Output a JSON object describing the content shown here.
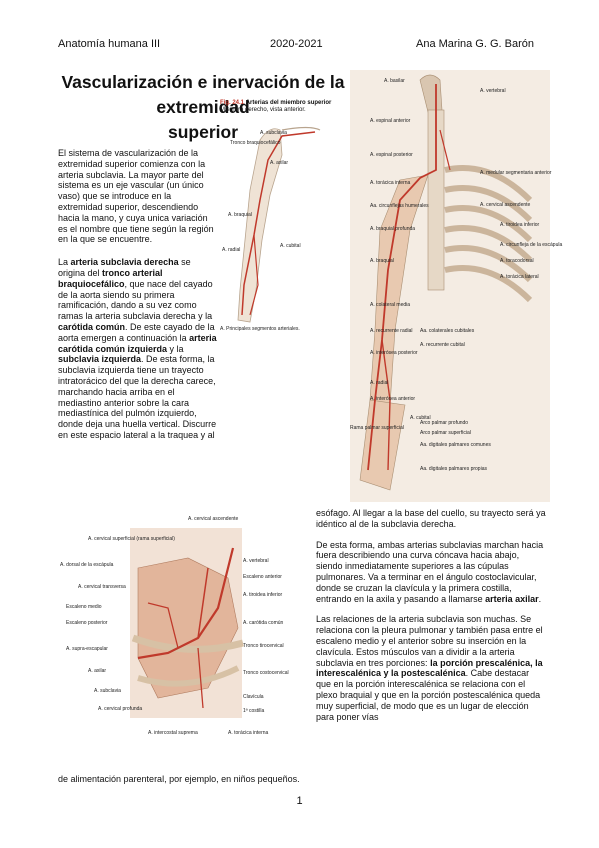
{
  "header": {
    "left": "Anatomía humana III",
    "center": "2020-2021",
    "right": "Ana Marina G. G. Barón"
  },
  "title": {
    "l1": "Vascularización e inervación de la",
    "l2": "extremidad",
    "l3": "superior"
  },
  "intro": "El sistema de vascularización de la extremidad superior comienza con la arteria subclavia. La mayor parte del sistema es un eje vascular (un único vaso) que se introduce en la extremidad superior, descendiendo hacia la mano, y cuya unica variación es el nombre que tiene según la región en la que se encuentre.",
  "p2": {
    "t1": "La ",
    "b1": "arteria subclavia derecha",
    "t2": " se origina del ",
    "b2": "tronco arterial braquiocefálico",
    "t3": ", que nace del cayado de la aorta siendo su primera ramificación, dando a su vez como ramas la arteria subclavia derecha y la ",
    "b3": "carótida común",
    "t4": ". De este cayado de la aorta emergen a continuación la ",
    "b4": "arteria carótida común izquierda",
    "t5": " y la ",
    "b5": "subclavia izquierda",
    "t6": ". De esta forma, la subclavia izquierda tiene un trayecto intratorácico del que la derecha carece, marchando hacia arriba en el mediastino anterior sobre la cara mediastínica del pulmón izquierdo, donde deja una huella vertical. Discurre en este espacio lateral a la traquea y al"
  },
  "p3": "esófago. Al llegar a la base del cuello, su trayecto será ya idéntico al de la subclavia derecha.",
  "p4": {
    "t1": "De esta forma, ambas arterias subclavias marchan hacia fuera describiendo una curva cóncava hacia abajo, siendo inmediatamente superiores a las cúpulas pulmonares. Va a terminar en el ángulo costoclavicular, donde se cruzan la clavícula y la primera costilla, entrando en la axila y pasando a llamarse ",
    "b1": "arteria axilar",
    "t2": "."
  },
  "p5": {
    "t1": "Las relaciones de la arteria subclavia son muchas. Se relaciona con la pleura pulmonar y también pasa entre el escaleno medio y el anterior sobre su inserción en la clavícula. Estos músculos van a dividir a la arteria subclavia en tres porciones: ",
    "b1": "la porción prescalénica, la interescalénica y la postescalénica",
    "t2": ". Cabe destacar que en la porción interescalénica se relaciona con el plexo braquial y que en la porción postescalénica queda muy superficial, de modo que es un lugar de elección para poner vías",
    "tail": "de alimentación parenteral, por ejemplo, en niños pequeños."
  },
  "fig1": {
    "caption": "Fig. 24.1",
    "caption_title": "Arterias del miembro superior",
    "caption_sub": "Miembro derecho, vista anterior.",
    "labels": [
      "A. subclavia",
      "Tronco braquiocefálico",
      "A. axilar",
      "A. braquial",
      "A. cubital",
      "A. radial"
    ],
    "footer": "A. Principales segmentos arteriales."
  },
  "fig2": {
    "left_labels": [
      "A. basilar",
      "A. espinal anterior",
      "A. espinal posterior",
      "A. torácica interna",
      "Aa. circunflejas humerales",
      "A. braquial profunda",
      "A. braquial",
      "A. colateral media",
      "A. recurrente radial",
      "A. interósea posterior",
      "A. radial",
      "A. interósea anterior",
      "Rama palmar superficial",
      "A. cubital"
    ],
    "right_labels": [
      "A. vertebral",
      "A. medular segmentaria anterior",
      "A. cervical ascendente",
      "A. tiroidea inferior",
      "A. circunfleja de la escápula",
      "A. toracodorsal",
      "A. torácica lateral",
      "Aa. colaterales cubitales",
      "A. recurrente cubital",
      "Arco palmar profundo",
      "Arco palmar superficial",
      "Aa. digitales palmares comunes",
      "Aa. digitales palmares propias"
    ]
  },
  "fig3": {
    "labels_left": [
      "A. cervical superficial (rama superficial)",
      "A. dorsal de la escápula",
      "A. cervical transversa",
      "Escaleno medio",
      "Escaleno posterior",
      "A. supra-escapular",
      "A. axilar",
      "A. subclavia",
      "A. cervical profunda",
      "A. intercostal suprema"
    ],
    "labels_right": [
      "A. cervical ascendente",
      "A. vertebral",
      "Escaleno anterior",
      "A. tiroidea inferior",
      "A. carótida común",
      "Tronco tirocervical",
      "Tronco costocervical",
      "Clavícula",
      "1ª costilla",
      "A. torácica interna"
    ]
  },
  "page": "1"
}
